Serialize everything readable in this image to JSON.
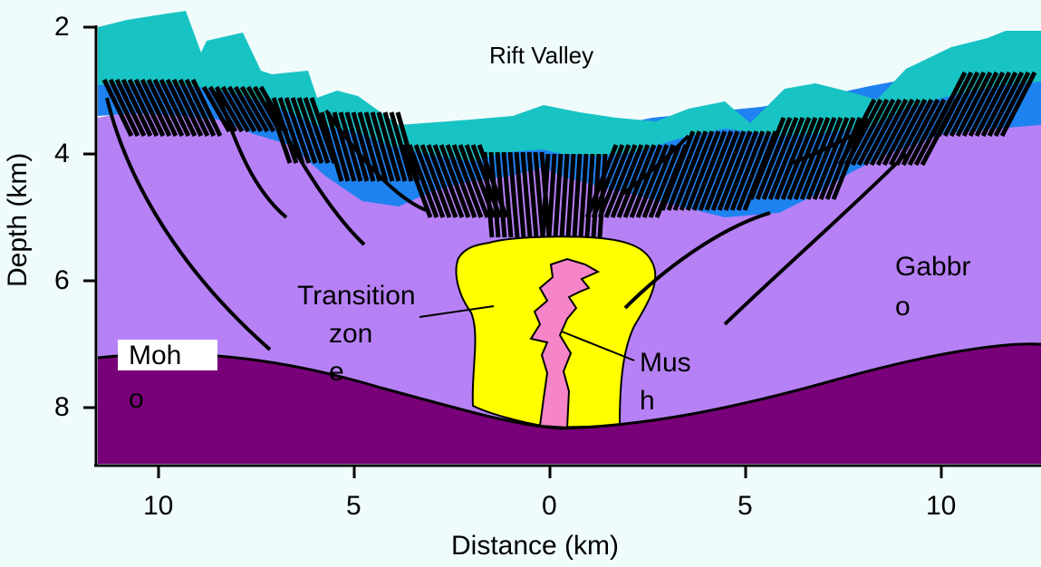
{
  "yaxis": {
    "label": "Depth (km)",
    "ticks": [
      "2",
      "4",
      "6",
      "8"
    ]
  },
  "xaxis": {
    "label": "Distance (km)",
    "ticks": [
      "10",
      "5",
      "0",
      "5",
      "10"
    ]
  },
  "labels": {
    "rift_valley": "Rift Valley",
    "transition_line1": "Transition",
    "transition_line2": "zon",
    "transition_line3": "e",
    "mush_line1": "Mus",
    "mush_line2": "h",
    "gabbro_line1": "Gabbr",
    "gabbro_line2": "o",
    "moho_line1": "Moh",
    "moho_line2": "o"
  },
  "colors": {
    "background": "#f0fbfc",
    "gabbro": "#b781f6",
    "moho": "#780078",
    "upper_crust": "#18c3c3",
    "dike_layer": "#1e82f0",
    "transition_zone": "#ffff00",
    "mush": "#f585c8"
  }
}
